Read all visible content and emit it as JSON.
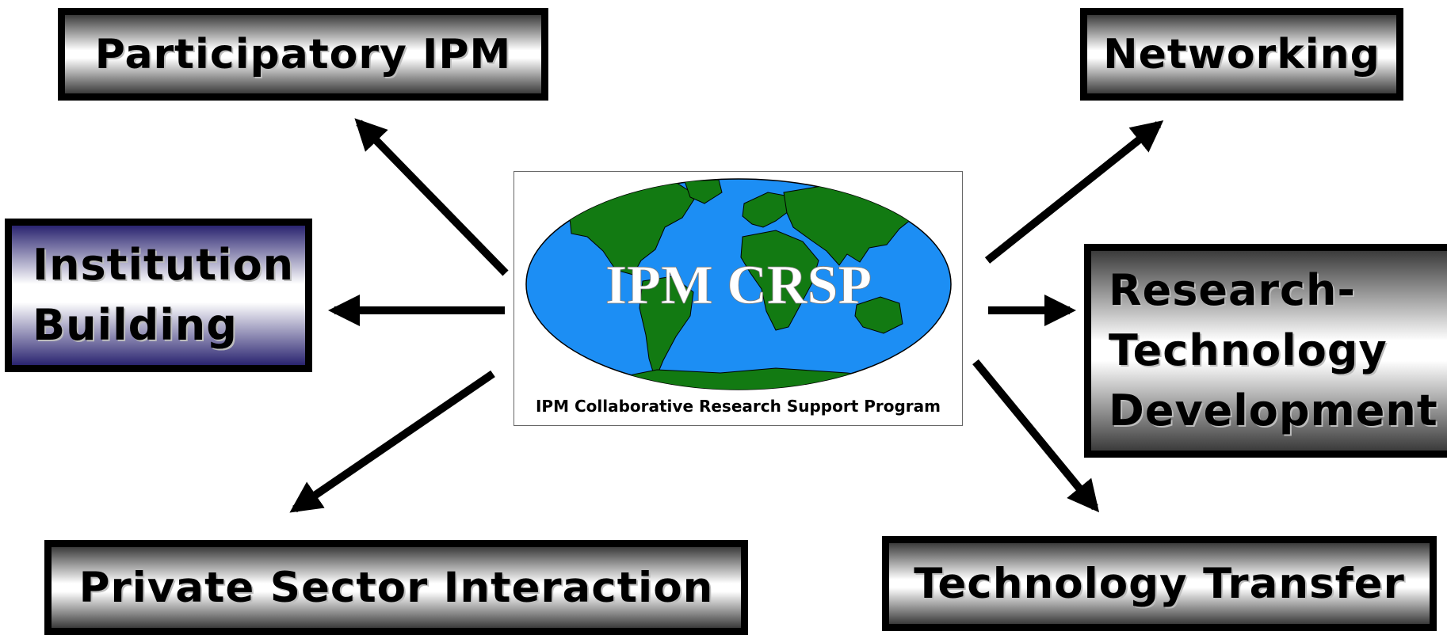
{
  "boxes": {
    "participatory": "Participatory IPM",
    "networking": "Networking",
    "institution": [
      "Institution",
      "Building"
    ],
    "research": [
      "Research-",
      "Technology",
      "Development"
    ],
    "private_sector": "Private Sector Interaction",
    "technology_transfer": "Technology Transfer"
  },
  "center": {
    "title": "IPM CRSP",
    "subtitle": "IPM Collaborative Research Support Program"
  },
  "colors": {
    "ocean": "#1c8ef4",
    "land": "#127a12",
    "box_dark": "#3b3b3b",
    "box_blue": "#2a2470"
  }
}
